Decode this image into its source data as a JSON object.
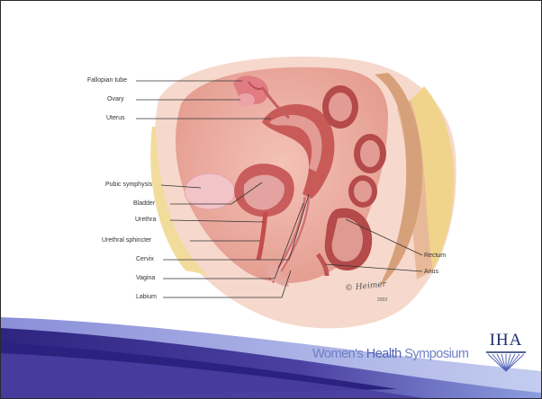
{
  "labels": {
    "fallopian_tube": "Fallopian tube",
    "ovary": "Ovary",
    "uterus": "Uterus",
    "pubic_symphysis": "Pubic symphysis",
    "bladder": "Bladder",
    "urethra": "Urethra",
    "urethral_sphincter": "Urethral sphincter",
    "cervix": "Cervix",
    "vagina": "Vagina",
    "labium": "Labium",
    "rectum": "Rectum",
    "anus": "Anus"
  },
  "footer": {
    "event_part1": "Women's ",
    "event_part2": "Health",
    "event_part3": " Symposium",
    "logo_text": "IHA"
  },
  "signature": {
    "artist": "© Heimer",
    "year": "2003"
  },
  "colors": {
    "footer_band_dark": "#3b2f8c",
    "footer_band_light": "#7b8fd9",
    "footer_text": "#6d7fc4",
    "logo": "#1b2f6e",
    "tissue_pink": "#e8a0a0",
    "tissue_dark": "#b54a4a",
    "fat_yellow": "#f0d89a"
  }
}
